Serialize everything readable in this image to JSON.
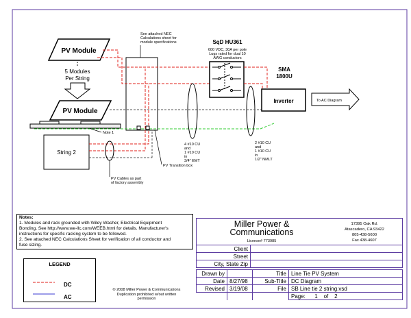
{
  "diagram": {
    "pv_module_top": "PV Module",
    "pv_module_bottom": "PV Module",
    "modules_per_string": [
      "5 Modules",
      "Per String"
    ],
    "nec_note": [
      "See attached NEC",
      "Calculations sheet for",
      "module specifications"
    ],
    "note1": "Note 1",
    "string2": "String 2",
    "pv_cables": [
      "PV Cables as part",
      "of factory assembly"
    ],
    "transition_box": "PV Transition box",
    "sqd_title": "SqD HU361",
    "sqd_specs": [
      "600 VDC, 30A per pole",
      "Lugs rated for dual 10",
      "AWG conductors"
    ],
    "sma": [
      "SMA",
      "1800U"
    ],
    "inverter": "Inverter",
    "to_ac": "To AC Diagram",
    "wire_emt": [
      "4 #10 CU",
      "and",
      "1 #10 CU",
      "in",
      "3/4\" EMT"
    ],
    "wire_nmlt": [
      "2 #10 CU",
      "and",
      "1 #10 CU",
      "in",
      "1/2\" NMLT"
    ]
  },
  "notes": {
    "header": "Notes:",
    "lines": [
      "1. Modules and rack grounded with Wiley Washer, Electrical Equipment",
      "Bonding.  See http://www.we-llc.com/WEEB.html for details.  Manufacturer's",
      "instructions for specific racking system to be followed.",
      "2. See attached NEC Calculations Sheet for verification of all conductor and",
      "fuse sizing."
    ]
  },
  "legend": {
    "title": "LEGEND",
    "dc": "DC",
    "ac": "AC"
  },
  "copyright": [
    "© 2008 Miller Power & Communications",
    "Duplication prohibited w/out written",
    "permission"
  ],
  "title_block": {
    "company": [
      "Miller Power &",
      "Communications"
    ],
    "license": "License# 773985",
    "address": [
      "17395 Oak Rd.",
      "Atascadero, CA 93422",
      "805-438-5600",
      "Fax 438-4607"
    ],
    "client_label": "Client",
    "street_label": "Street",
    "city_label": "City, State Zip",
    "drawn_by_label": "Drawn by",
    "date_label": "Date",
    "date_value": "8/27/98",
    "revised_label": "Revised",
    "revised_value": "3/19/08",
    "title_label": "Title",
    "title_value": "Line Tie PV System",
    "subtitle_label": "Sub-Title",
    "subtitle_value": "DC Diagram",
    "file_label": "File",
    "file_value": "SB Line tie 2 string.vsd",
    "page_label": "Page:",
    "page_num": "1",
    "page_of": "of",
    "page_total": "2"
  },
  "colors": {
    "dc": "#e0201b",
    "ac": "#3a3ad0",
    "ground": "#33cc33",
    "border": "#5b3aa0",
    "neutral": "#555555"
  }
}
